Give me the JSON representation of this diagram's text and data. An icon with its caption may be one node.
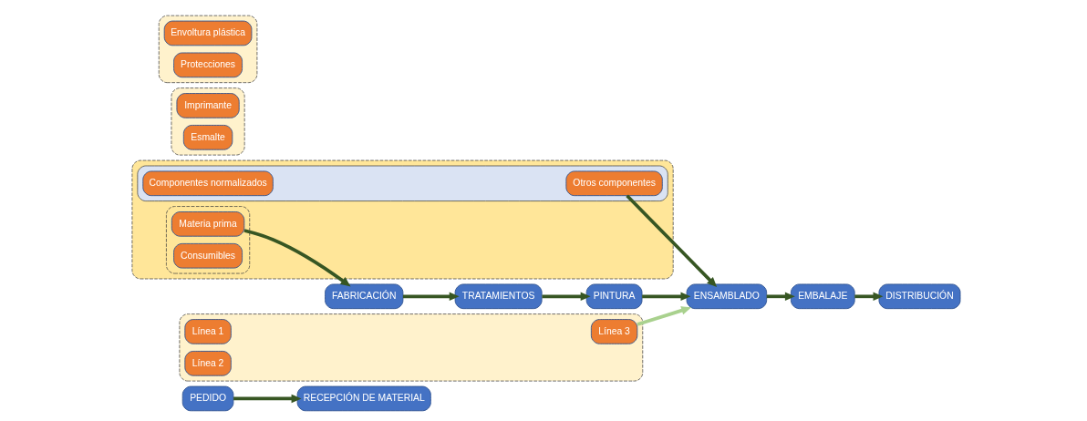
{
  "diagram": {
    "nodes": [
      {
        "text": [
          "PEDIDO"
        ]
      },
      {
        "text": [
          "RECEPCIÓN DE MATERIAL"
        ]
      },
      {
        "text": [],
        "shape": "box"
      },
      {
        "text": [],
        "shape": "box",
        "in": 2
      },
      {
        "text": [
          "Materia prima"
        ],
        "in": 3
      },
      {
        "text": [
          "Consumibles"
        ],
        "in": 3
      },
      {
        "text": [],
        "shape": "box",
        "in": 2
      },
      {
        "text": [
          "Componentes normalizados"
        ],
        "in": 6
      },
      {
        "text": [
          "Otros componentes"
        ],
        "in": 6
      },
      {
        "text": [
          "FABRICACIÓN"
        ]
      },
      {
        "text": [],
        "shape": "box"
      },
      {
        "text": [
          "Línea 1"
        ],
        "in": 10
      },
      {
        "text": [
          "Línea 2"
        ],
        "in": 10
      },
      {
        "text": [
          "Línea 3"
        ],
        "in": 10
      },
      {
        "text": [
          "TRATAMIENTOS"
        ]
      },
      {
        "text": [],
        "shape": "box"
      },
      {
        "text": [
          "Imprimante"
        ],
        "in": 15
      },
      {
        "text": [
          "Esmalte"
        ],
        "in": 15
      },
      {
        "text": [
          "DISTRIBUCIÓN"
        ]
      },
      {
        "text": [
          "EMBALAJE"
        ]
      },
      {
        "text": [],
        "shape": "box"
      },
      {
        "text": [
          "Envoltura plástica"
        ],
        "in": 20
      },
      {
        "text": [
          "Protecciones"
        ],
        "in": 20
      },
      {
        "text": [
          "ENSAMBLADO"
        ]
      },
      {
        "text": [
          "PINTURA"
        ]
      }
    ],
    "edges": [
      {
        "from": 0,
        "to": 1,
        "arrow": "to"
      },
      {
        "from": 4,
        "to": 9,
        "arrow": "to"
      },
      {
        "from": 9,
        "to": 14,
        "arrow": "to"
      },
      {
        "from": 14,
        "to": 24,
        "arrow": "to"
      },
      {
        "from": 24,
        "to": 23,
        "arrow": "to"
      },
      {
        "from": 8,
        "to": 23,
        "arrow": "to"
      },
      {
        "from": 13,
        "to": 23,
        "arrow": "to",
        "color": "#a9d18e"
      },
      {
        "from": 23,
        "to": 19,
        "arrow": "to"
      },
      {
        "from": 19,
        "to": 18,
        "arrow": "to"
      }
    ]
  }
}
